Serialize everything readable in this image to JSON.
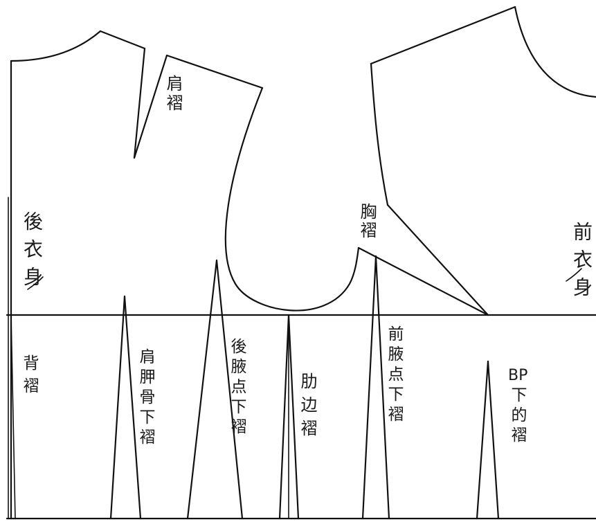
{
  "labels": {
    "shoulder_dart": "肩褶",
    "back_body": "後衣身",
    "front_body": "前衣身",
    "bust_dart": "胸褶",
    "back_center_dart": "背褶",
    "scapula_dart": "肩胛骨下褶",
    "back_waist_dart": "後腋点下褶",
    "side_dart": "肋边褶",
    "front_waist_dart": "前腋点下褶",
    "bp_line1": "BP",
    "bp_line2": "下的褶"
  },
  "colors": {
    "ink": "#111111",
    "paper": "#ffffff"
  }
}
